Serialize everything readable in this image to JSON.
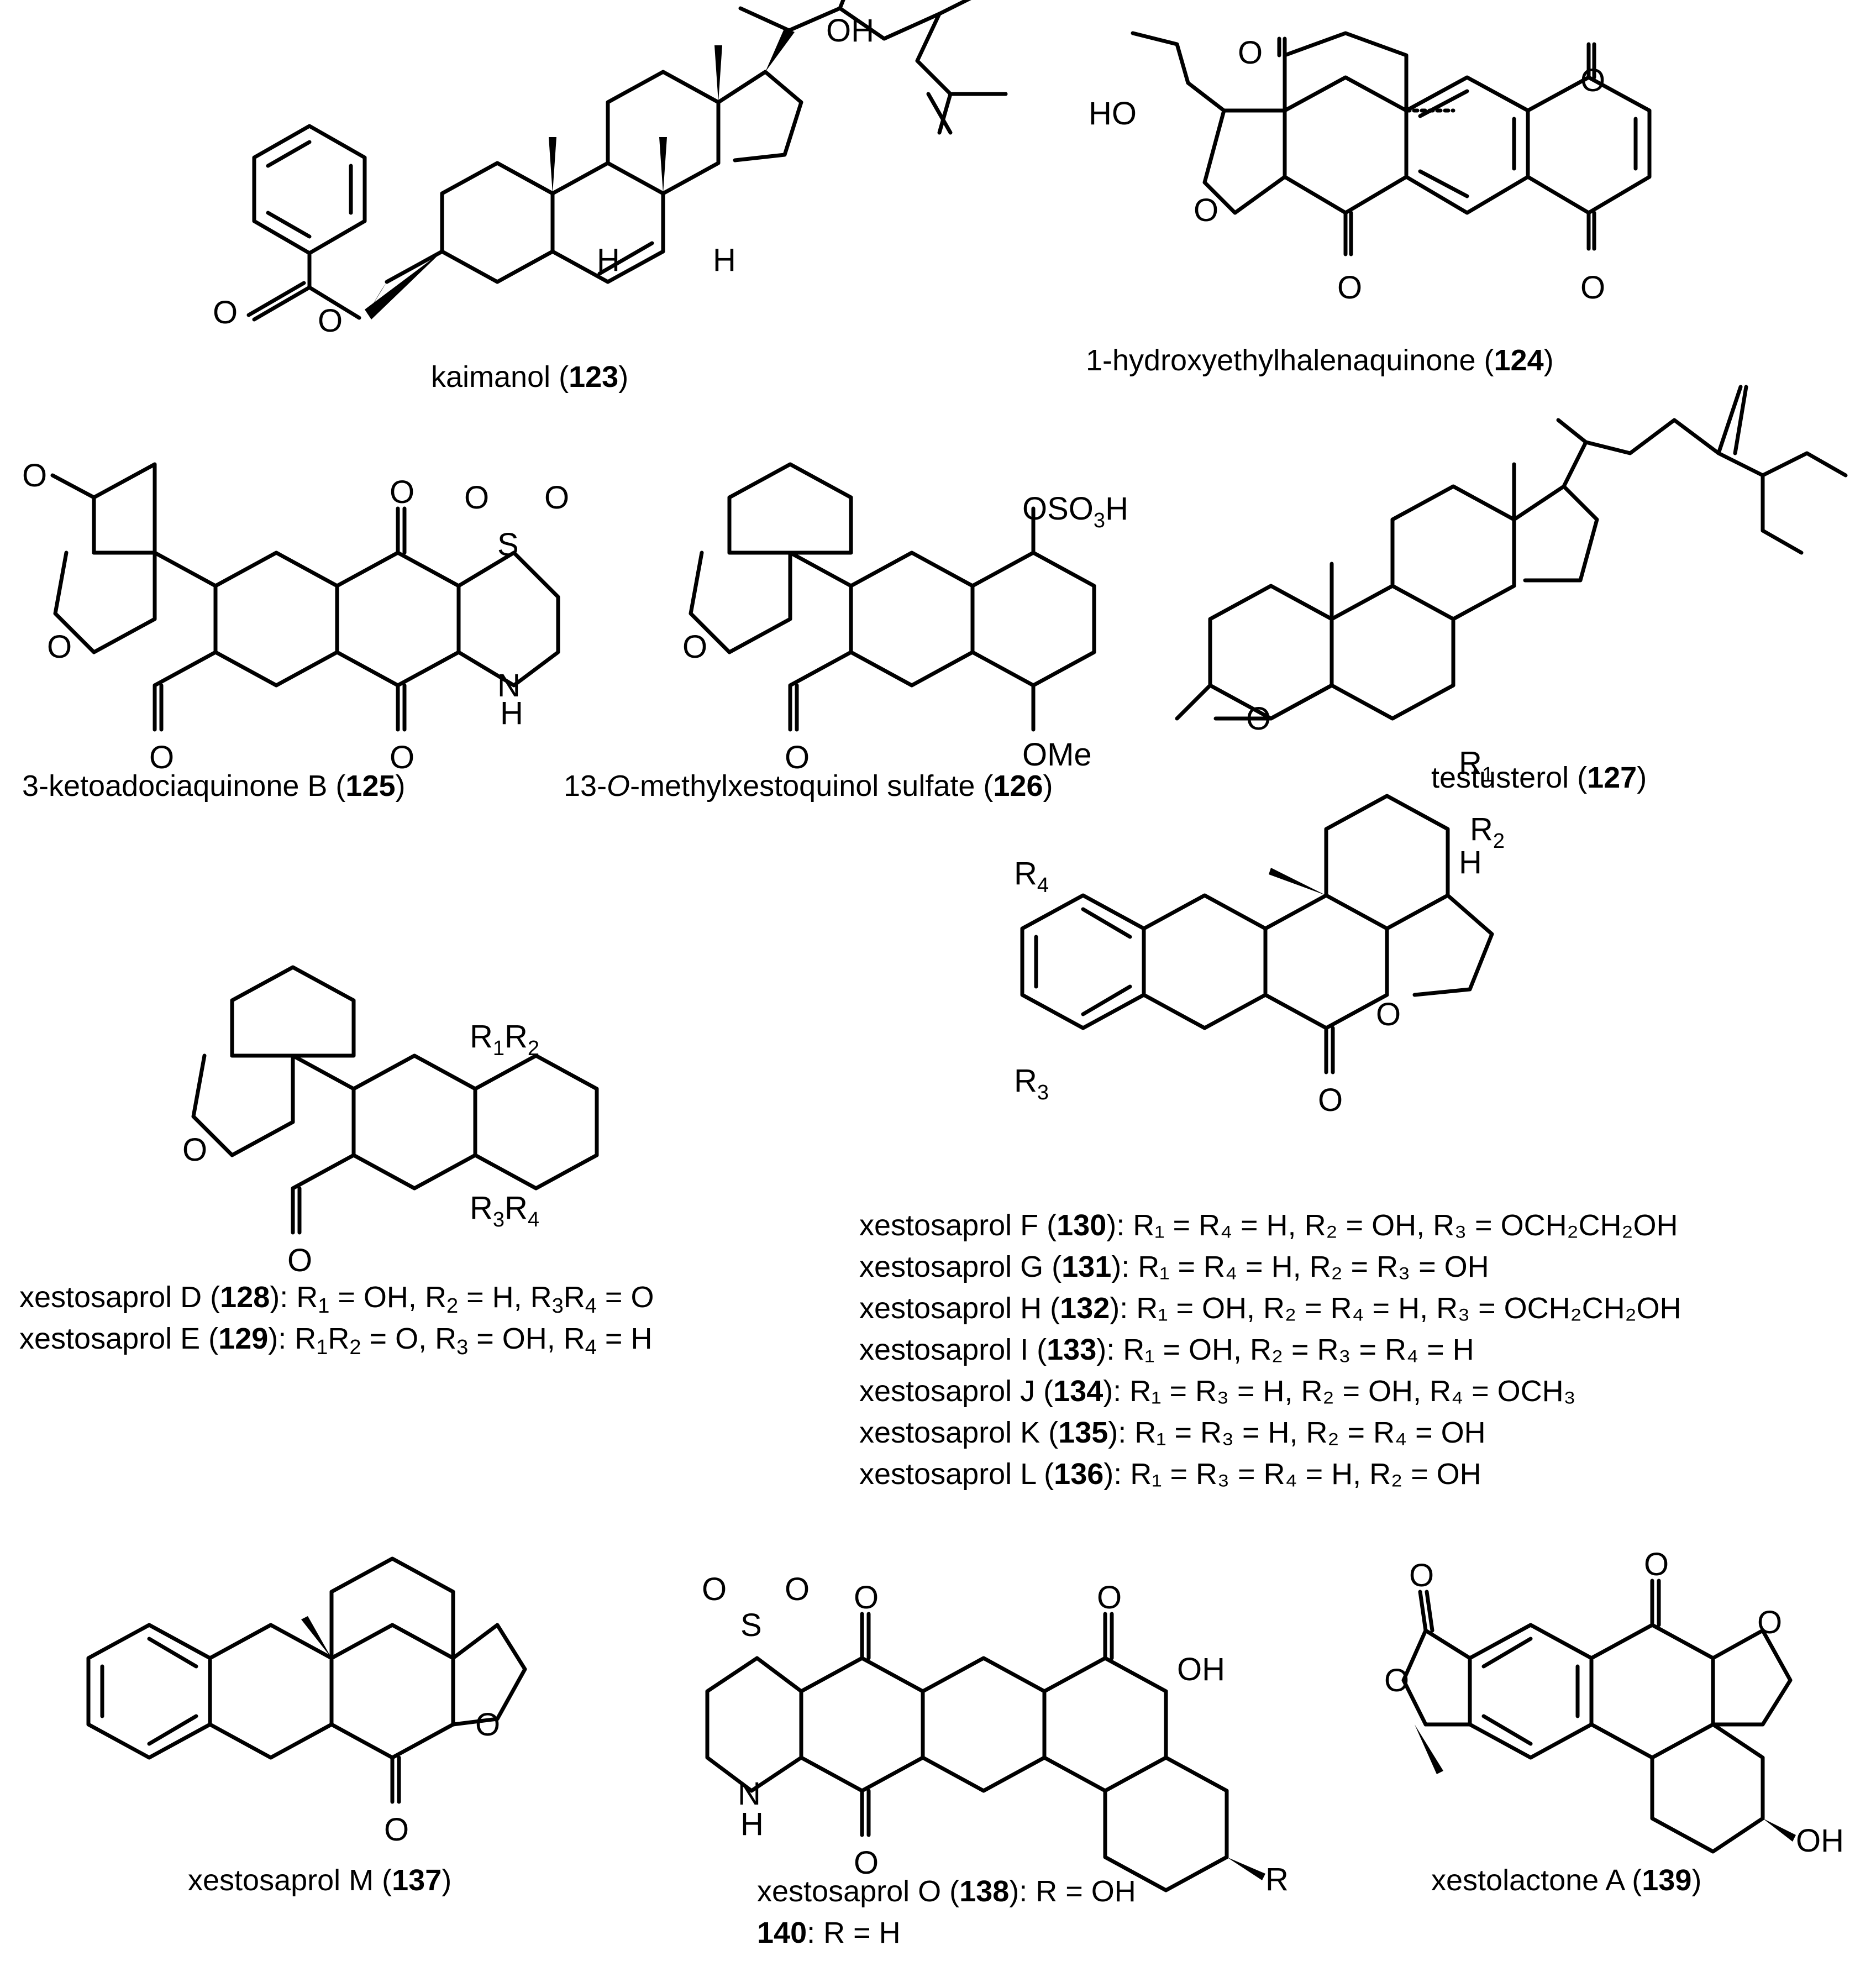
{
  "compounds": {
    "c123": {
      "name": "kaimanol (",
      "number": "123",
      "close": ")"
    },
    "c124": {
      "name": "1-hydroxyethylhalenaquinone (",
      "number": "124",
      "close": ")"
    },
    "c125": {
      "name": "3-ketoadociaquinone B (",
      "number": "125",
      "close": ")"
    },
    "c126": {
      "name_a": "13-",
      "name_it": "O",
      "name_b": "-methylxestoquinol sulfate  (",
      "number": "126",
      "close": ")"
    },
    "c127": {
      "name": "testusterol (",
      "number": "127",
      "close": ")"
    },
    "c137": {
      "name": "xestosaprol M (",
      "number": "137",
      "close": ")"
    },
    "c139": {
      "name": "xestolactone A (",
      "number": "139",
      "close": ")"
    }
  },
  "atoms": {
    "OH": "OH",
    "O": "O",
    "H": "H",
    "HO": "HO",
    "S": "S",
    "N": "N",
    "OSO3H_a": "OSO",
    "OSO3H_sub": "3",
    "OSO3H_b": "H",
    "OMe": "OMe",
    "R": "R",
    "R_sub1": "1",
    "R_sub2": "2",
    "R_sub3": "3",
    "R_sub4": "4"
  },
  "series_128": [
    {
      "pre": "xestosaprol D (",
      "num": "128",
      "post": "): R",
      "s1": "1",
      "t1": " = OH, R",
      "s2": "2",
      "t2": " = H, R",
      "s3": "3",
      "t3": "R",
      "s4": "4",
      "t4": " = O"
    },
    {
      "pre": "xestosaprol E (",
      "num": "129",
      "post": "): R",
      "s1": "1",
      "t1": "R",
      "s2": "2",
      "t2": " = O, R",
      "s3": "3",
      "t3": " = OH, R",
      "s4": "4",
      "t4": " = H"
    }
  ],
  "series_130": [
    {
      "pre": "xestosaprol F (",
      "num": "130",
      "rest": "): R₁ = R₄ = H, R₂ = OH, R₃ = OCH₂CH₂OH"
    },
    {
      "pre": "xestosaprol G (",
      "num": "131",
      "rest": "): R₁ = R₄ = H, R₂ = R₃ = OH"
    },
    {
      "pre": "xestosaprol H (",
      "num": "132",
      "rest": "): R₁ = OH, R₂ = R₄ = H, R₃ = OCH₂CH₂OH"
    },
    {
      "pre": "xestosaprol I (",
      "num": "133",
      "rest": "): R₁ = OH, R₂ = R₃ = R₄ = H"
    },
    {
      "pre": "xestosaprol J (",
      "num": "134",
      "rest": "): R₁ = R₃ = H, R₂ = OH, R₄ = OCH₃"
    },
    {
      "pre": "xestosaprol K (",
      "num": "135",
      "rest": "): R₁ = R₃ = H, R₂ = R₄ = OH"
    },
    {
      "pre": "xestosaprol L (",
      "num": "136",
      "rest": "): R₁ = R₃ = R₄ = H, R₂ = OH"
    }
  ],
  "series_138": [
    {
      "pre": "xestosaprol O (",
      "num": "138",
      "rest": "): R = OH"
    },
    {
      "pre": "",
      "num": "140",
      "rest": ": R = H"
    }
  ]
}
